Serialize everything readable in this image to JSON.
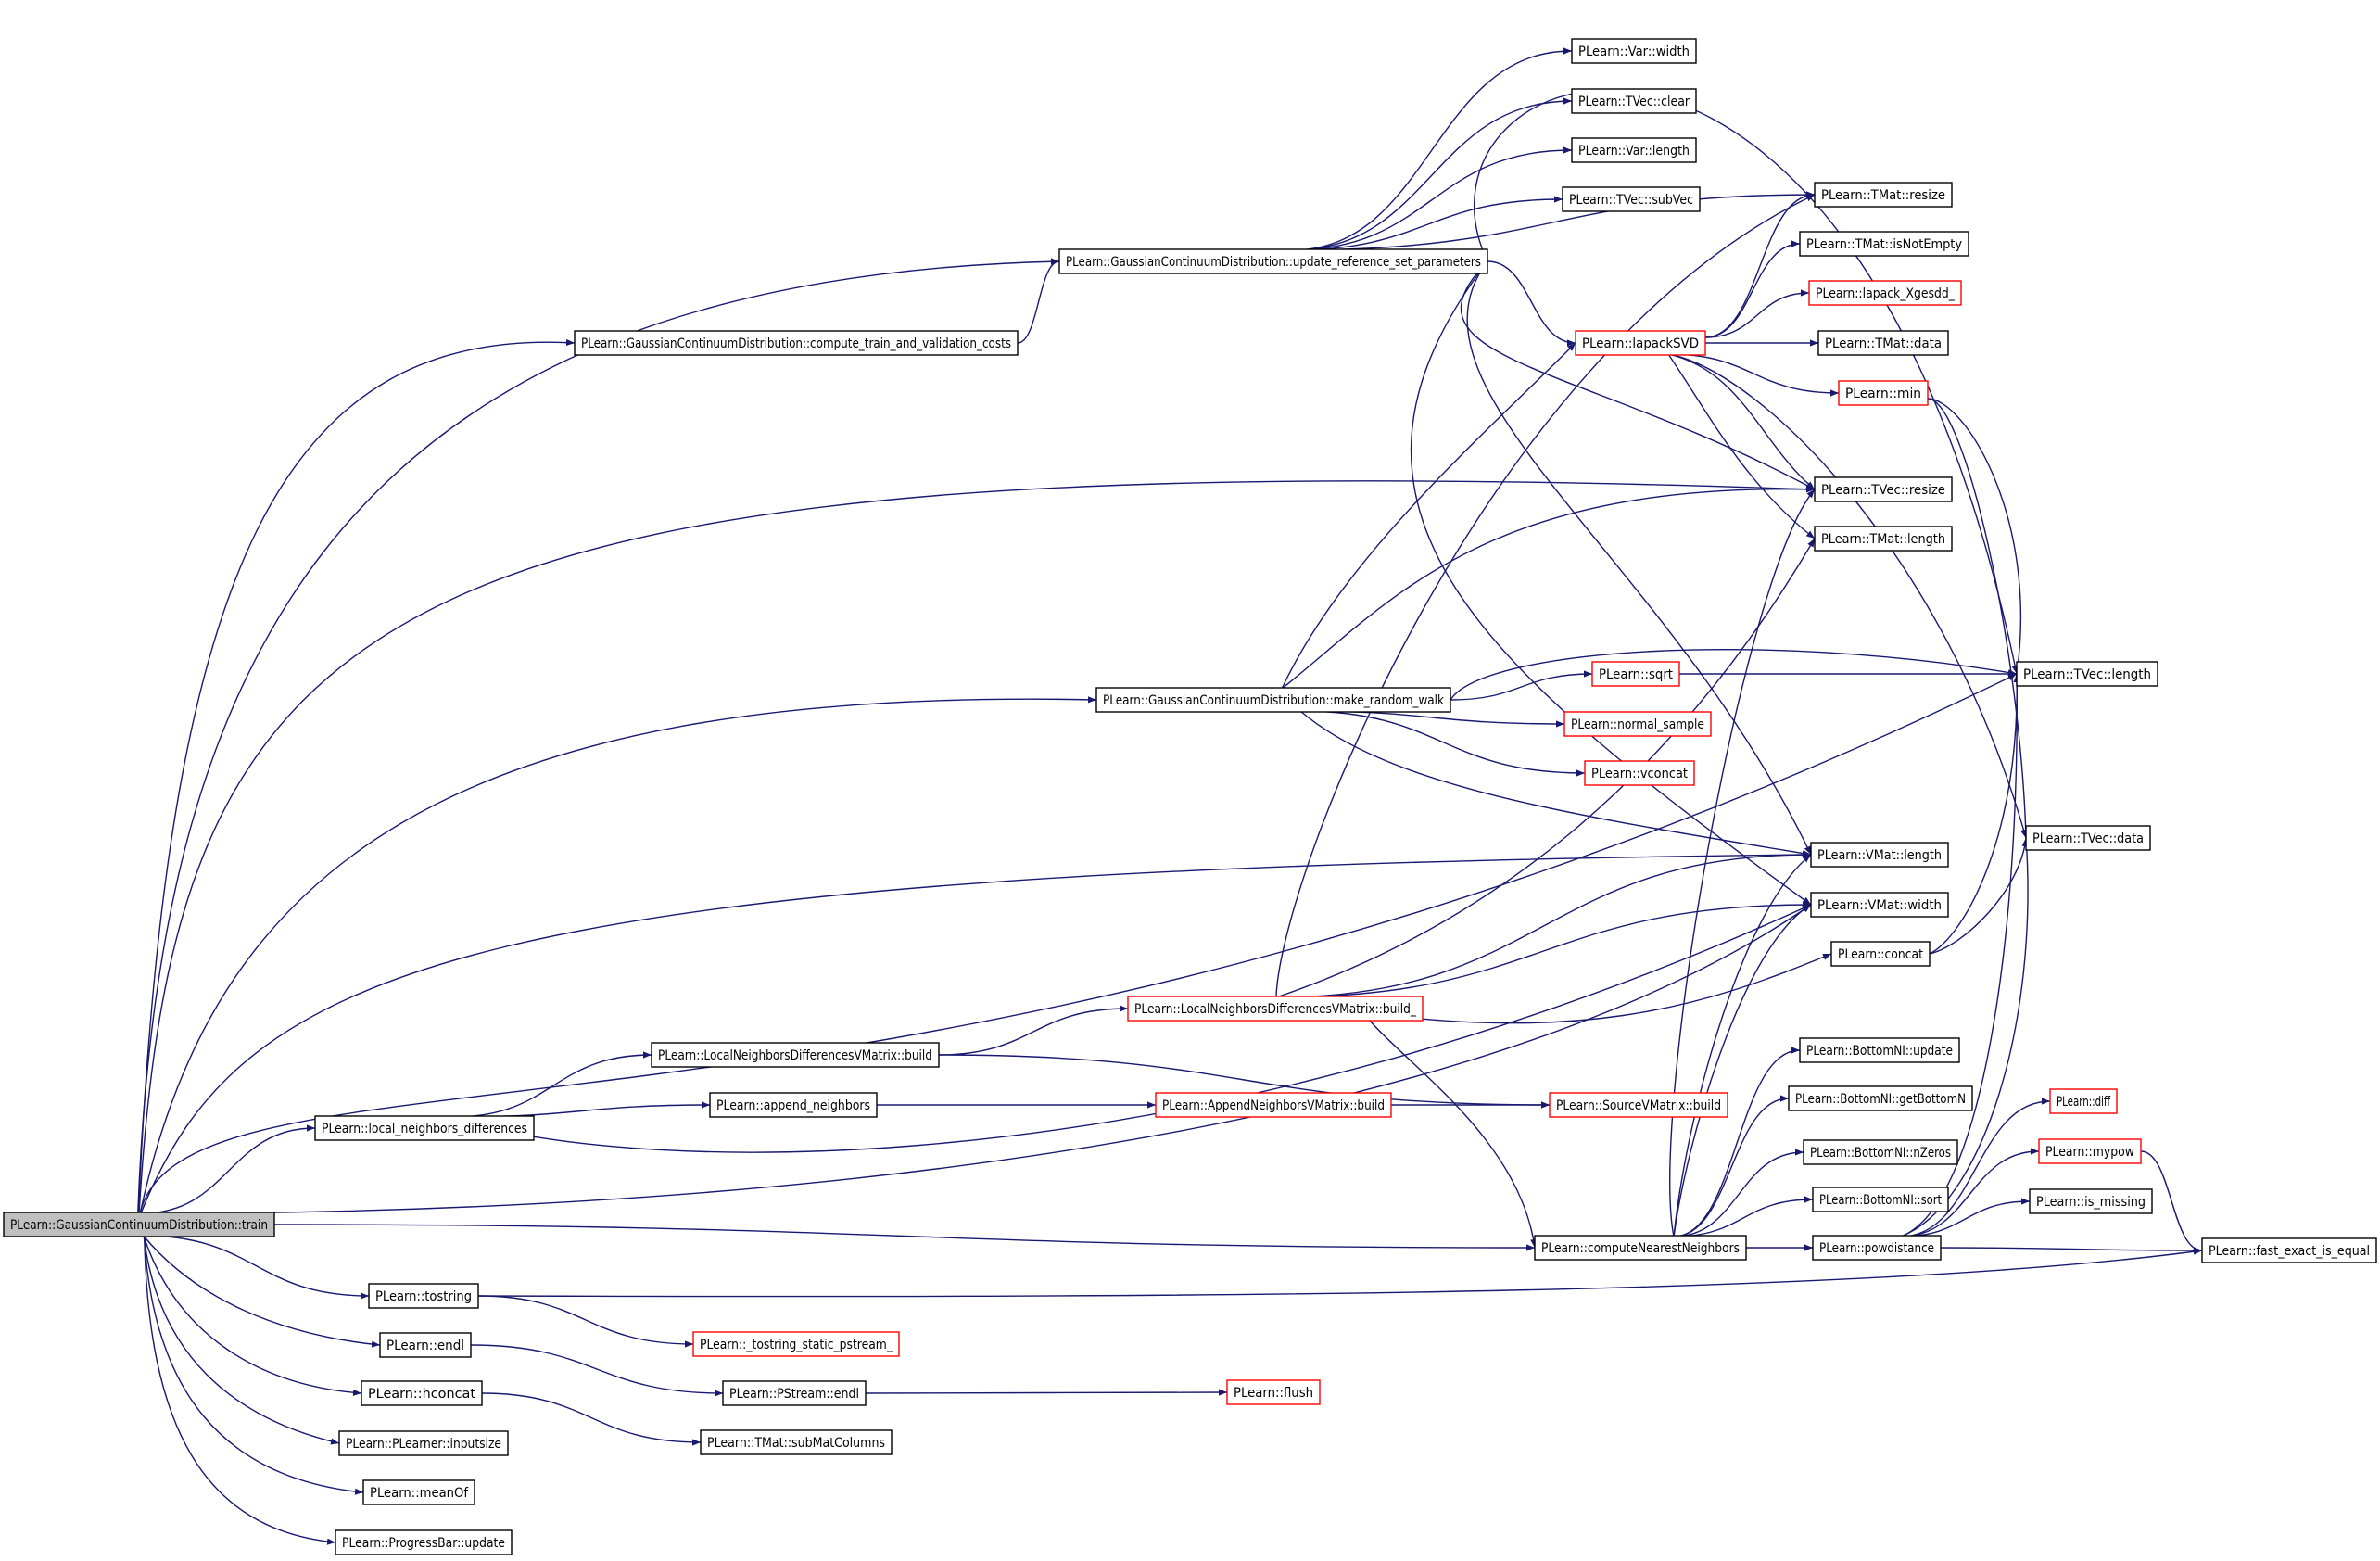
{
  "colors": {
    "edge": "#191970",
    "node_border_normal": "#000000",
    "node_border_truncated": "#ff0000",
    "root_fill": "#bfbfbf",
    "node_fill": "#ffffff"
  },
  "nodes": [
    {
      "id": "train",
      "label": "PLearn::GaussianContinuumDistribution::train",
      "style": "root"
    },
    {
      "id": "update_ref",
      "label": "PLearn::GaussianContinuumDistribution::update_reference_set_parameters",
      "style": "normal"
    },
    {
      "id": "compute_costs",
      "label": "PLearn::GaussianContinuumDistribution::compute_train_and_validation_costs",
      "style": "normal"
    },
    {
      "id": "make_rw",
      "label": "PLearn::GaussianContinuumDistribution::make_random_walk",
      "style": "normal"
    },
    {
      "id": "lndvm_build",
      "label": "PLearn::LocalNeighborsDifferencesVMatrix::build",
      "style": "normal"
    },
    {
      "id": "lndvm_build_",
      "label": "PLearn::LocalNeighborsDifferencesVMatrix::build_",
      "style": "truncated"
    },
    {
      "id": "local_nd",
      "label": "PLearn::local_neighbors_differences",
      "style": "normal"
    },
    {
      "id": "append_nb",
      "label": "PLearn::append_neighbors",
      "style": "normal"
    },
    {
      "id": "anvm_build",
      "label": "PLearn::AppendNeighborsVMatrix::build",
      "style": "truncated"
    },
    {
      "id": "svm_build",
      "label": "PLearn::SourceVMatrix::build",
      "style": "truncated"
    },
    {
      "id": "var_width",
      "label": "PLearn::Var::width",
      "style": "normal"
    },
    {
      "id": "tvec_clear",
      "label": "PLearn::TVec::clear",
      "style": "normal"
    },
    {
      "id": "var_length",
      "label": "PLearn::Var::length",
      "style": "normal"
    },
    {
      "id": "tvec_subvec",
      "label": "PLearn::TVec::subVec",
      "style": "normal"
    },
    {
      "id": "tmat_resize",
      "label": "PLearn::TMat::resize",
      "style": "normal"
    },
    {
      "id": "tmat_isne",
      "label": "PLearn::TMat::isNotEmpty",
      "style": "normal"
    },
    {
      "id": "lapack_x",
      "label": "PLearn::lapack_Xgesdd_",
      "style": "truncated"
    },
    {
      "id": "lapacksvd",
      "label": "PLearn::lapackSVD",
      "style": "truncated"
    },
    {
      "id": "tmat_data",
      "label": "PLearn::TMat::data",
      "style": "normal"
    },
    {
      "id": "min",
      "label": "PLearn::min",
      "style": "truncated"
    },
    {
      "id": "tvec_resize",
      "label": "PLearn::TVec::resize",
      "style": "normal"
    },
    {
      "id": "tmat_length",
      "label": "PLearn::TMat::length",
      "style": "normal"
    },
    {
      "id": "sqrt",
      "label": "PLearn::sqrt",
      "style": "truncated"
    },
    {
      "id": "tvec_length",
      "label": "PLearn::TVec::length",
      "style": "normal"
    },
    {
      "id": "normal_sample",
      "label": "PLearn::normal_sample",
      "style": "truncated"
    },
    {
      "id": "vconcat",
      "label": "PLearn::vconcat",
      "style": "truncated"
    },
    {
      "id": "tvec_data",
      "label": "PLearn::TVec::data",
      "style": "normal"
    },
    {
      "id": "vmat_length",
      "label": "PLearn::VMat::length",
      "style": "normal"
    },
    {
      "id": "vmat_width",
      "label": "PLearn::VMat::width",
      "style": "normal"
    },
    {
      "id": "concat",
      "label": "PLearn::concat",
      "style": "normal"
    },
    {
      "id": "bn_update",
      "label": "PLearn::BottomNI::update",
      "style": "normal"
    },
    {
      "id": "bn_getbottom",
      "label": "PLearn::BottomNI::getBottomN",
      "style": "normal"
    },
    {
      "id": "bn_nzeros",
      "label": "PLearn::BottomNI::nZeros",
      "style": "normal"
    },
    {
      "id": "bn_sort",
      "label": "PLearn::BottomNI::sort",
      "style": "normal"
    },
    {
      "id": "compute_nn",
      "label": "PLearn::computeNearestNeighbors",
      "style": "normal"
    },
    {
      "id": "powdistance",
      "label": "PLearn::powdistance",
      "style": "normal"
    },
    {
      "id": "diff",
      "label": "PLearn::diff",
      "style": "truncated"
    },
    {
      "id": "mypow",
      "label": "PLearn::mypow",
      "style": "truncated"
    },
    {
      "id": "is_missing",
      "label": "PLearn::is_missing",
      "style": "normal"
    },
    {
      "id": "fast_exact",
      "label": "PLearn::fast_exact_is_equal",
      "style": "normal"
    },
    {
      "id": "tostring",
      "label": "PLearn::tostring",
      "style": "normal"
    },
    {
      "id": "tostring_static",
      "label": "PLearn::_tostring_static_pstream_",
      "style": "truncated"
    },
    {
      "id": "endl",
      "label": "PLearn::endl",
      "style": "normal"
    },
    {
      "id": "pstream_endl",
      "label": "PLearn::PStream::endl",
      "style": "normal"
    },
    {
      "id": "flush",
      "label": "PLearn::flush",
      "style": "truncated"
    },
    {
      "id": "hconcat",
      "label": "PLearn::hconcat",
      "style": "normal"
    },
    {
      "id": "tmat_submat",
      "label": "PLearn::TMat::subMatColumns",
      "style": "normal"
    },
    {
      "id": "inputsize",
      "label": "PLearn::PLearner::inputsize",
      "style": "normal"
    },
    {
      "id": "meanof",
      "label": "PLearn::meanOf",
      "style": "normal"
    },
    {
      "id": "pb_update",
      "label": "PLearn::ProgressBar::update",
      "style": "normal"
    }
  ],
  "edges": [
    [
      "train",
      "update_ref"
    ],
    [
      "train",
      "compute_costs"
    ],
    [
      "train",
      "make_rw"
    ],
    [
      "train",
      "local_nd"
    ],
    [
      "train",
      "compute_nn"
    ],
    [
      "train",
      "tvec_length"
    ],
    [
      "train",
      "tvec_resize"
    ],
    [
      "train",
      "vmat_length"
    ],
    [
      "train",
      "vmat_width"
    ],
    [
      "train",
      "tostring"
    ],
    [
      "train",
      "endl"
    ],
    [
      "train",
      "hconcat"
    ],
    [
      "train",
      "inputsize"
    ],
    [
      "train",
      "meanof"
    ],
    [
      "train",
      "pb_update"
    ],
    [
      "compute_costs",
      "update_ref"
    ],
    [
      "update_ref",
      "var_width"
    ],
    [
      "update_ref",
      "tvec_clear"
    ],
    [
      "update_ref",
      "var_length"
    ],
    [
      "update_ref",
      "tvec_subvec"
    ],
    [
      "update_ref",
      "tmat_resize"
    ],
    [
      "update_ref",
      "lapacksvd"
    ],
    [
      "update_ref",
      "tvec_resize"
    ],
    [
      "update_ref",
      "tvec_length"
    ],
    [
      "update_ref",
      "vmat_length"
    ],
    [
      "update_ref",
      "vmat_width"
    ],
    [
      "lapacksvd",
      "tmat_resize"
    ],
    [
      "lapacksvd",
      "tmat_isne"
    ],
    [
      "lapacksvd",
      "lapack_x"
    ],
    [
      "lapacksvd",
      "tmat_data"
    ],
    [
      "lapacksvd",
      "min"
    ],
    [
      "lapacksvd",
      "tvec_resize"
    ],
    [
      "lapacksvd",
      "tmat_length"
    ],
    [
      "lapacksvd",
      "tvec_data"
    ],
    [
      "min",
      "tvec_length"
    ],
    [
      "min",
      "tvec_data"
    ],
    [
      "make_rw",
      "lapacksvd"
    ],
    [
      "make_rw",
      "tvec_resize"
    ],
    [
      "make_rw",
      "tvec_length"
    ],
    [
      "make_rw",
      "sqrt"
    ],
    [
      "make_rw",
      "normal_sample"
    ],
    [
      "make_rw",
      "vconcat"
    ],
    [
      "make_rw",
      "vmat_length"
    ],
    [
      "sqrt",
      "tvec_length"
    ],
    [
      "local_nd",
      "lndvm_build"
    ],
    [
      "local_nd",
      "append_nb"
    ],
    [
      "local_nd",
      "vmat_width"
    ],
    [
      "lndvm_build",
      "lndvm_build_"
    ],
    [
      "lndvm_build",
      "svm_build"
    ],
    [
      "lndvm_build_",
      "tmat_resize"
    ],
    [
      "lndvm_build_",
      "tmat_length"
    ],
    [
      "lndvm_build_",
      "vmat_length"
    ],
    [
      "lndvm_build_",
      "vmat_width"
    ],
    [
      "lndvm_build_",
      "concat"
    ],
    [
      "lndvm_build_",
      "compute_nn"
    ],
    [
      "append_nb",
      "anvm_build"
    ],
    [
      "anvm_build",
      "svm_build"
    ],
    [
      "concat",
      "tvec_length"
    ],
    [
      "concat",
      "tvec_data"
    ],
    [
      "compute_nn",
      "vmat_length"
    ],
    [
      "compute_nn",
      "vmat_width"
    ],
    [
      "compute_nn",
      "bn_update"
    ],
    [
      "compute_nn",
      "bn_getbottom"
    ],
    [
      "compute_nn",
      "bn_nzeros"
    ],
    [
      "compute_nn",
      "bn_sort"
    ],
    [
      "compute_nn",
      "powdistance"
    ],
    [
      "compute_nn",
      "tvec_resize"
    ],
    [
      "powdistance",
      "tvec_length"
    ],
    [
      "powdistance",
      "tvec_data"
    ],
    [
      "powdistance",
      "diff"
    ],
    [
      "powdistance",
      "mypow"
    ],
    [
      "powdistance",
      "is_missing"
    ],
    [
      "powdistance",
      "fast_exact"
    ],
    [
      "mypow",
      "fast_exact"
    ],
    [
      "tostring",
      "tostring_static"
    ],
    [
      "tostring",
      "fast_exact"
    ],
    [
      "endl",
      "pstream_endl"
    ],
    [
      "pstream_endl",
      "flush"
    ],
    [
      "hconcat",
      "tmat_submat"
    ]
  ]
}
